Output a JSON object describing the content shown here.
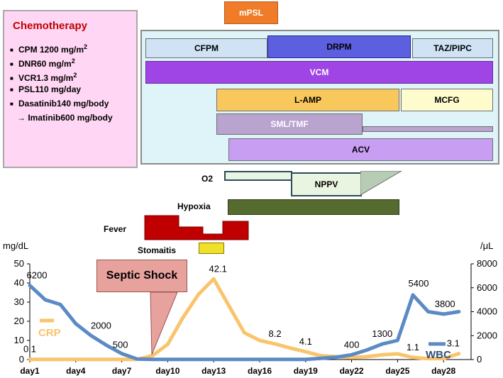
{
  "chemotherapy": {
    "title": "Chemotherapy",
    "items": [
      {
        "text": "CPM 1200 mg/m",
        "sup": "2"
      },
      {
        "text": "DNR60 mg/m",
        "sup": "2"
      },
      {
        "text": "VCR1.3 mg/m",
        "sup": "2"
      },
      {
        "text": "PSL110 mg/day",
        "sup": ""
      },
      {
        "text": "Dasatinib140 mg/body",
        "sup": ""
      },
      {
        "text": "Imatinib600 mg/body",
        "sup": "",
        "arrow": "→"
      }
    ]
  },
  "treatments": [
    {
      "id": "mpsl",
      "label": "mPSL",
      "color": "#f07c2a"
    },
    {
      "id": "cfpm",
      "label": "CFPM",
      "color": "#cfe3f5"
    },
    {
      "id": "drpm",
      "label": "DRPM",
      "color": "#5b5fe0"
    },
    {
      "id": "tazpipc",
      "label": "TAZ/PIPC",
      "color": "#cfe3f5"
    },
    {
      "id": "vcm",
      "label": "VCM",
      "color": "#9f45e6"
    },
    {
      "id": "lamp",
      "label": "L-AMP",
      "color": "#f8c85c"
    },
    {
      "id": "mcfg",
      "label": "MCFG",
      "color": "#fefccc"
    },
    {
      "id": "smltmf",
      "label": "SML/TMF",
      "color": "#b9a3cf"
    },
    {
      "id": "acv",
      "label": "ACV",
      "color": "#c89ef2"
    },
    {
      "id": "o2",
      "label": "O2",
      "color": "#e8f4e4"
    },
    {
      "id": "nppv",
      "label": "NPPV",
      "color": "#eaf5e1"
    },
    {
      "id": "hypoxia",
      "label": "Hypoxia",
      "color": "#556b2f"
    },
    {
      "id": "fever",
      "label": "Fever",
      "color": "#c00000"
    },
    {
      "id": "stomatitis",
      "label": "Stomaitis",
      "color": "#f0e02a"
    }
  ],
  "callout": {
    "label": "Septic Shock",
    "color": "#e8a29e"
  },
  "chart_data": {
    "type": "line",
    "x_tick_labels": [
      "day1",
      "day4",
      "day7",
      "day10",
      "day13",
      "day16",
      "day19",
      "day22",
      "day25",
      "day28"
    ],
    "left_axis": {
      "unit": "mg/dL",
      "range": [
        0,
        50
      ],
      "ticks": [
        "0",
        "10",
        "20",
        "30",
        "40",
        "50"
      ]
    },
    "right_axis": {
      "unit": "/μL",
      "range": [
        0,
        8000
      ],
      "ticks": [
        "0",
        "2000",
        "4000",
        "6000",
        "8000"
      ]
    },
    "series": [
      {
        "name": "CRP",
        "axis": "left",
        "color": "#f9c46b",
        "x": [
          1,
          2,
          3,
          4,
          5,
          6,
          7,
          8,
          9,
          10,
          11,
          12,
          13,
          14,
          15,
          16,
          17,
          18,
          19,
          20,
          21,
          22,
          23,
          24,
          25,
          26,
          27,
          28,
          29
        ],
        "y": [
          0.1,
          0.1,
          0.1,
          0.1,
          0.1,
          0.1,
          0.1,
          0.1,
          2,
          8,
          22,
          34,
          42.1,
          28,
          14,
          10,
          8.2,
          6,
          4.1,
          2,
          1.5,
          1,
          1.5,
          2.5,
          3,
          1.1,
          0.5,
          0.5,
          3.1
        ],
        "labels": {
          "1": "0.1",
          "13": "42.1",
          "17": "8.2",
          "19": "4.1",
          "26": "1.1",
          "29": "3.1"
        }
      },
      {
        "name": "WBC",
        "axis": "right",
        "color": "#5b8ac4",
        "x": [
          1,
          2,
          3,
          4,
          5,
          6,
          7,
          8,
          9,
          10,
          11,
          12,
          13,
          14,
          15,
          16,
          17,
          18,
          19,
          20,
          21,
          22,
          23,
          24,
          25,
          26,
          27,
          28,
          29
        ],
        "y": [
          6200,
          5000,
          4600,
          3000,
          2000,
          1200,
          500,
          50,
          20,
          10,
          10,
          10,
          10,
          10,
          10,
          10,
          10,
          10,
          10,
          100,
          200,
          400,
          800,
          1300,
          1600,
          5400,
          4000,
          3800,
          4000
        ],
        "labels": {
          "1": "6200",
          "5": "2000",
          "7": "500",
          "22": "400",
          "24": "1300",
          "26": "5400",
          "28": "3800"
        }
      }
    ]
  }
}
